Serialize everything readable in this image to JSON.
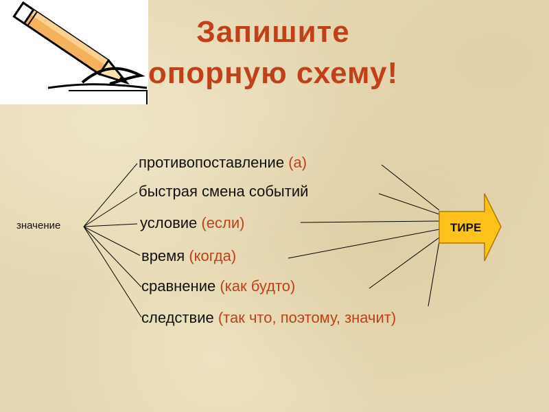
{
  "title": {
    "line1": "Запишите",
    "line2": "опорную схему!"
  },
  "source_label": "значение",
  "target_label": "ТИРЕ",
  "items": [
    {
      "main": "противопоставление",
      "note": "(а)"
    },
    {
      "main": "быстрая смена событий",
      "note": ""
    },
    {
      "main": "условие",
      "note": "(если)"
    },
    {
      "main": "время",
      "note": "(когда)"
    },
    {
      "main": "сравнение",
      "note": "(как будто)"
    },
    {
      "main": "следствие",
      "note": "(так что, поэтому, значит)"
    }
  ],
  "colors": {
    "accent": "#c0401a",
    "arrow_fill": "#ffc21a",
    "background": "#e6d8b2"
  },
  "clipart": "pencil-writing-icon"
}
